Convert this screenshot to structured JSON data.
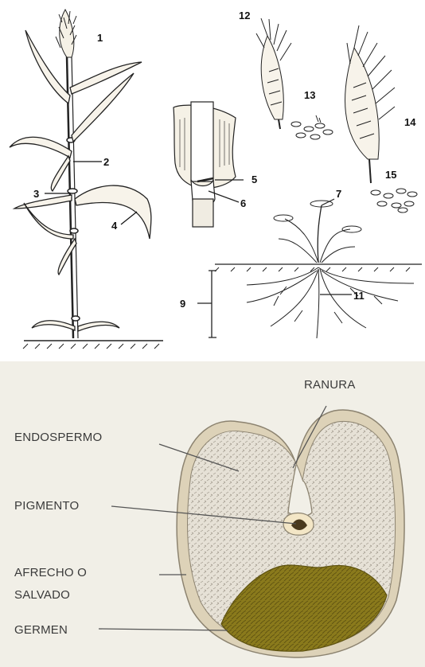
{
  "plant_labels": [
    "1",
    "2",
    "3",
    "4",
    "5",
    "6",
    "7",
    "9",
    "11",
    "12",
    "13",
    "14",
    "15"
  ],
  "grain_labels": {
    "ranura": "RANURA",
    "endospermo": "ENDOSPERMO",
    "pigmento": "PIGMENTO",
    "afrecho_line1": "AFRECHO O",
    "afrecho_line2": "SALVADO",
    "germen": "GERMEN"
  },
  "colors": {
    "germ": "#8a7a1c",
    "endosperm_bg": "#e9e4da",
    "bran": "#d9c9a6",
    "panel_bg": "#f1efe7"
  }
}
